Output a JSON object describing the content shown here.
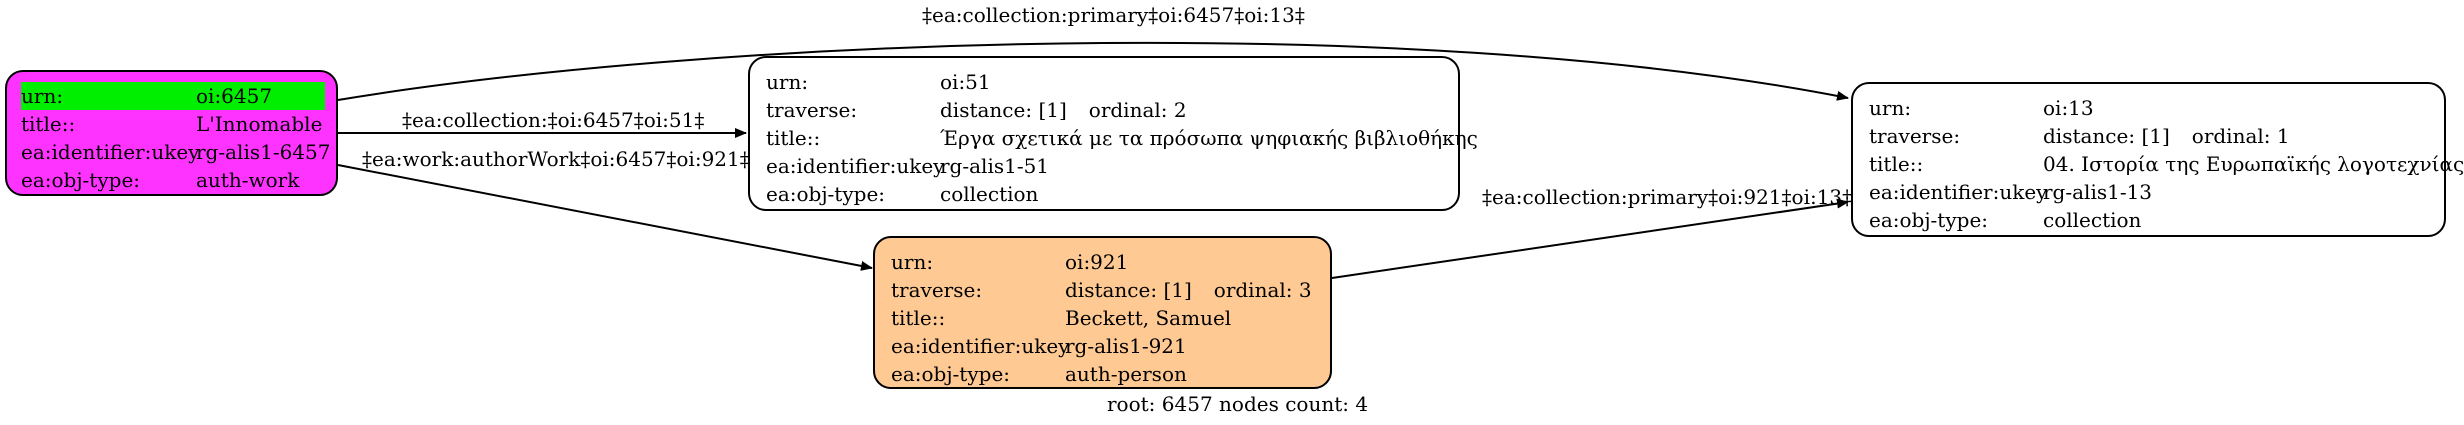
{
  "nodes": {
    "root": {
      "fill": "#ff33ff",
      "highlight": "#00ee00",
      "rows": [
        {
          "k": "urn:",
          "v": "oi:6457"
        },
        {
          "k": "title::",
          "v": "L'Innomable"
        },
        {
          "k": "ea:identifier:ukey",
          "v": "rg-alis1-6457"
        },
        {
          "k": "ea:obj-type:",
          "v": "auth-work"
        }
      ]
    },
    "n51": {
      "fill": "#ffffff",
      "rows": [
        {
          "k": "urn:",
          "v": "oi:51"
        },
        {
          "k": "traverse:",
          "v": "distance: [1]",
          "v2": "ordinal: 2"
        },
        {
          "k": "title::",
          "v": "Έργα σχετικά με τα πρόσωπα ψηφιακής βιβλιοθήκης"
        },
        {
          "k": "ea:identifier:ukey",
          "v": "rg-alis1-51"
        },
        {
          "k": "ea:obj-type:",
          "v": "collection"
        }
      ]
    },
    "n921": {
      "fill": "#ffc993",
      "rows": [
        {
          "k": "urn:",
          "v": "oi:921"
        },
        {
          "k": "traverse:",
          "v": "distance: [1]",
          "v2": "ordinal: 3"
        },
        {
          "k": "title::",
          "v": "Beckett, Samuel"
        },
        {
          "k": "ea:identifier:ukey",
          "v": "rg-alis1-921"
        },
        {
          "k": "ea:obj-type:",
          "v": "auth-person"
        }
      ]
    },
    "n13": {
      "fill": "#ffffff",
      "rows": [
        {
          "k": "urn:",
          "v": "oi:13"
        },
        {
          "k": "traverse:",
          "v": "distance: [1]",
          "v2": "ordinal: 1"
        },
        {
          "k": "title::",
          "v": "04. Ιστορία της Ευρωπαϊκής λογοτεχνίας"
        },
        {
          "k": "ea:identifier:ukey",
          "v": "rg-alis1-13"
        },
        {
          "k": "ea:obj-type:",
          "v": "collection"
        }
      ]
    }
  },
  "edges": {
    "e6457_13": "‡ea:collection:primary‡oi:6457‡oi:13‡",
    "e6457_51": "‡ea:collection:‡oi:6457‡oi:51‡",
    "e6457_921": "‡ea:work:authorWork‡oi:6457‡oi:921‡",
    "e921_13": "‡ea:collection:primary‡oi:921‡oi:13‡"
  },
  "footer": "root: 6457 nodes count: 4"
}
